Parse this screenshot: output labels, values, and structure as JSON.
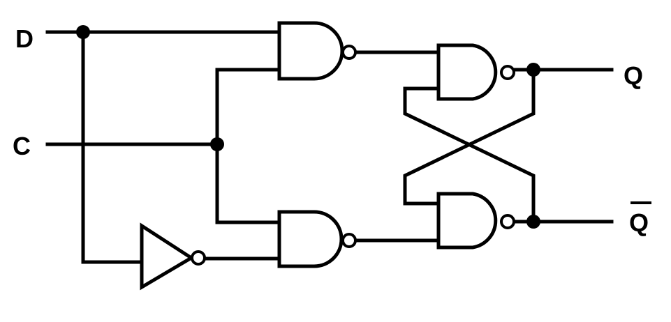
{
  "labels": {
    "d": "D",
    "c": "C",
    "q": "Q",
    "q_bar": "Q"
  },
  "colors": {
    "stroke": "#000000",
    "background": "#ffffff"
  },
  "components": {
    "gates": [
      "nand-gate",
      "nand-gate",
      "nand-gate",
      "nand-gate"
    ],
    "inverter": "not-gate"
  }
}
